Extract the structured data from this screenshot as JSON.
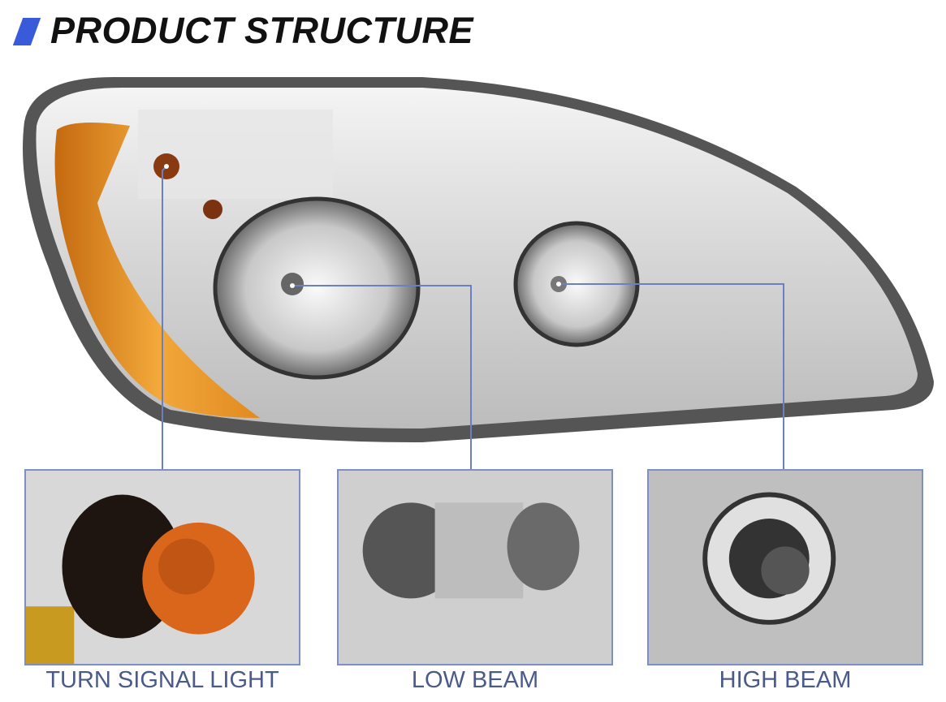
{
  "title": "PRODUCT STRUCTURE",
  "colors": {
    "accent": "#3a5bd9",
    "callout": "#6b80c0",
    "label": "#4a5a8c",
    "amber": "#e89a2a"
  },
  "features": [
    {
      "label": "TURN SIGNAL LIGHT"
    },
    {
      "label": "LOW BEAM"
    },
    {
      "label": "HIGH BEAM"
    }
  ]
}
